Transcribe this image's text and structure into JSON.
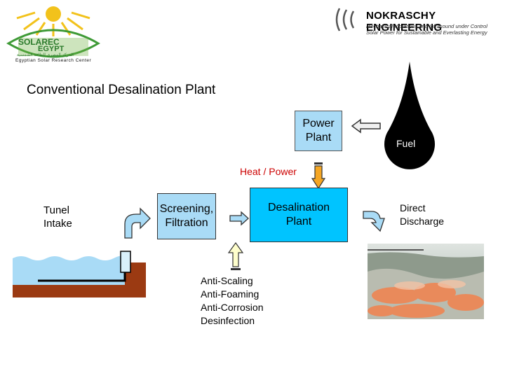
{
  "logo_left": {
    "name": "SOLAREC",
    "country": "EGYPT",
    "arabic": "المركز المصري للطاقة الشمسية",
    "ring_text": "Egyptian Solar Research Center"
  },
  "logo_right": {
    "company": "NOKRASCHY ENGINEERING",
    "line1": "Mechanical Vibrations and Infrasound under Control",
    "line2": "Solar Power for Sustainable and Everlasting Energy"
  },
  "title": "Conventional Desalination Plant",
  "nodes": {
    "power_plant": {
      "line1": "Power",
      "line2": "Plant"
    },
    "fuel": "Fuel",
    "heat_power": "Heat / Power",
    "tunel_intake": {
      "line1": "Tunel",
      "line2": "Intake"
    },
    "screening": {
      "line1": "Screening,",
      "line2": "Filtration"
    },
    "desalination": {
      "line1": "Desalination",
      "line2": "Plant"
    },
    "direct_discharge": {
      "line1": "Direct",
      "line2": "Discharge"
    },
    "chemicals": [
      "Anti-Scaling",
      "Anti-Foaming",
      "Anti-Corrosion",
      "Desinfection"
    ]
  },
  "colors": {
    "box_fill": "#a9dbf6",
    "desal_fill": "#00c4ff",
    "arrow_fill": "#f5a623",
    "heat_text": "#cc0000",
    "fuel_drop": "#000000"
  }
}
